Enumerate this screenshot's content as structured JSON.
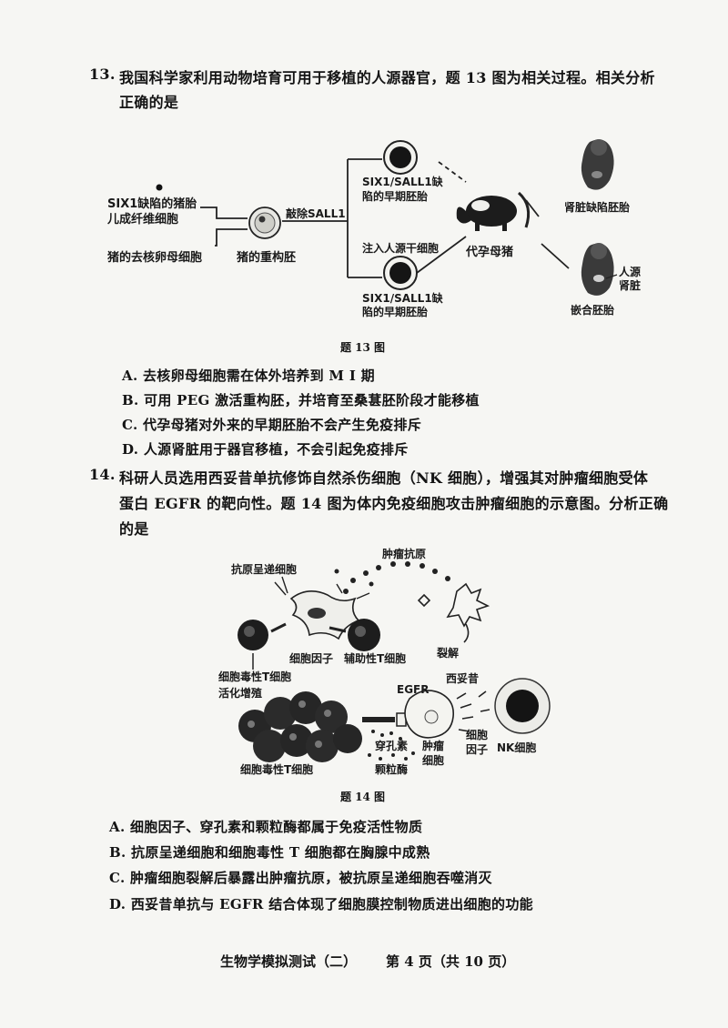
{
  "q13": {
    "number": "13.",
    "stem_line1": "我国科学家利用动物培育可用于移植的人源器官，题 13 图为相关过程。相关分析",
    "stem_line2": "正确的是",
    "figure": {
      "fetal_cell_line1": "SIX1缺陷的猪胎",
      "fetal_cell_line2": "儿成纤维细胞",
      "oocyte": "猪的去核卵母细胞",
      "reconstructed_embryo": "猪的重构胚",
      "knockout": "敲除SALL1",
      "early_embryo_top_line1": "SIX1/SALL1缺",
      "early_embryo_top_line2": "陷的早期胚胎",
      "inject": "注入人源干细胞",
      "early_embryo_bottom_line1": "SIX1/SALL1缺",
      "early_embryo_bottom_line2": "陷的早期胚胎",
      "surrogate": "代孕母猪",
      "kidney_deficient": "肾脏缺陷胚胎",
      "human_kidney_line1": "人源",
      "human_kidney_line2": "肾脏",
      "chimera": "嵌合胚胎"
    },
    "caption": "题 13 图",
    "options": [
      "A.  去核卵母细胞需在体外培养到 M Ⅰ 期",
      "B.  可用 PEG 激活重构胚，并培育至桑葚胚阶段才能移植",
      "C.  代孕母猪对外来的早期胚胎不会产生免疫排斥",
      "D.  人源肾脏用于器官移植，不会引起免疫排斥"
    ]
  },
  "q14": {
    "number": "14.",
    "stem_line1": "科研人员选用西妥昔单抗修饰自然杀伤细胞（NK 细胞），增强其对肿瘤细胞受体",
    "stem_line2": "蛋白 EGFR 的靶向性。题 14 图为体内免疫细胞攻击肿瘤细胞的示意图。分析正确",
    "stem_line3": "的是",
    "figure": {
      "apc": "抗原呈递细胞",
      "tumor_antigen": "肿瘤抗原",
      "cytokine": "细胞因子",
      "helper_t": "辅助性T细胞",
      "lysis": "裂解",
      "cytotoxic_t_top": "细胞毒性T细胞",
      "activate": "活化增殖",
      "egfr": "EGFR",
      "cetuximab": "西妥昔",
      "perforin": "穿孔素",
      "tumor_cell_line1": "肿瘤",
      "tumor_cell_line2": "细胞",
      "cytokine2_line1": "细胞",
      "cytokine2_line2": "因子",
      "nk_cell": "NK细胞",
      "granzyme": "颗粒酶",
      "cytotoxic_t_bottom": "细胞毒性T细胞"
    },
    "caption": "题 14 图",
    "options": [
      "A.  细胞因子、穿孔素和颗粒酶都属于免疫活性物质",
      "B.  抗原呈递细胞和细胞毒性 T 细胞都在胸腺中成熟",
      "C.  肿瘤细胞裂解后暴露出肿瘤抗原，被抗原呈递细胞吞噬消灭",
      "D.  西妥昔单抗与 EGFR 结合体现了细胞膜控制物质进出细胞的功能"
    ]
  },
  "footer": {
    "subject": "生物学模拟测试（二）",
    "page": "第 4 页（共 10 页）"
  }
}
